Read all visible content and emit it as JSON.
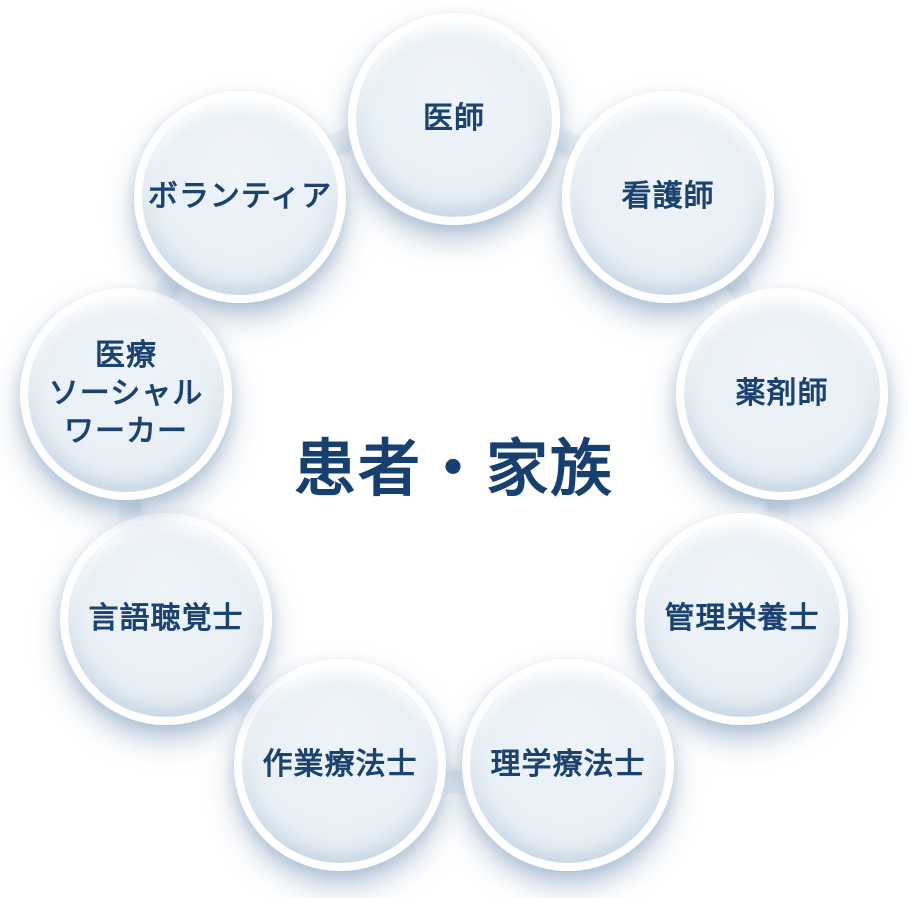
{
  "diagram": {
    "title": "team-care-circle",
    "center_label": "患者・家族",
    "roles": [
      {
        "label": "医師"
      },
      {
        "label": "看護師"
      },
      {
        "label": "薬剤師"
      },
      {
        "label": "管理栄養士"
      },
      {
        "label": "理学療法士"
      },
      {
        "label": "作業療法士"
      },
      {
        "label": "言語聴覚士"
      },
      {
        "label": "医療\nソーシャル\nワーカー"
      },
      {
        "label": "ボランティア"
      }
    ],
    "colors": {
      "circle_fill": "#e9f0f6",
      "circle_rim": "#ffffff",
      "connector": "#dde8f1",
      "shadow_tint": "#7c98ba",
      "role_text": "#1c4270",
      "center_text": "#18406f",
      "background": "#ffffff"
    }
  }
}
